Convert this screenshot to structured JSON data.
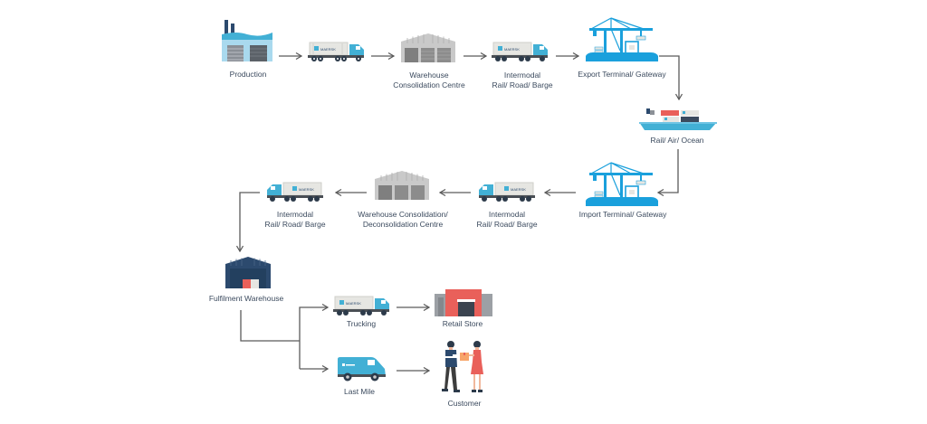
{
  "colors": {
    "brand_blue": "#42b0d5",
    "dark_navy": "#2c4a6e",
    "warehouse_grey": "#c8c8c8",
    "accent_red": "#e9605a",
    "arrow": "#5a5a5a",
    "label_text": "#3b4a5e"
  },
  "flow": {
    "nodes": [
      {
        "id": "production",
        "label": "Production",
        "icon": "factory-icon"
      },
      {
        "id": "truck-1",
        "label": "",
        "icon": "truck-icon"
      },
      {
        "id": "warehouse-consolidation",
        "label_lines": [
          "Warehouse",
          "Consolidation Centre"
        ],
        "icon": "warehouse-icon"
      },
      {
        "id": "intermodal-1",
        "label_lines": [
          "Intermodal",
          "Rail/ Road/ Barge"
        ],
        "icon": "truck-icon"
      },
      {
        "id": "export-terminal",
        "label": "Export Terminal/ Gateway",
        "icon": "port-crane-icon"
      },
      {
        "id": "rail-air-ocean",
        "label": "Rail/ Air/ Ocean",
        "icon": "container-ship-icon"
      },
      {
        "id": "import-terminal",
        "label": "Import Terminal/ Gateway",
        "icon": "port-crane-icon"
      },
      {
        "id": "intermodal-2",
        "label_lines": [
          "Intermodal",
          "Rail/ Road/ Barge"
        ],
        "icon": "truck-icon"
      },
      {
        "id": "warehouse-deconsolidation",
        "label_lines": [
          "Warehouse Consolidation/",
          "Deconsolidation Centre"
        ],
        "icon": "warehouse-icon"
      },
      {
        "id": "intermodal-3",
        "label_lines": [
          "Intermodal",
          "Rail/ Road/ Barge"
        ],
        "icon": "truck-icon"
      },
      {
        "id": "fulfilment-warehouse",
        "label": "Fulfilment Warehouse",
        "icon": "fulfilment-warehouse-icon"
      },
      {
        "id": "trucking",
        "label": "Trucking",
        "icon": "truck-icon"
      },
      {
        "id": "retail-store",
        "label": "Retail Store",
        "icon": "retail-store-icon"
      },
      {
        "id": "last-mile",
        "label": "Last Mile",
        "icon": "delivery-van-icon"
      },
      {
        "id": "customer",
        "label": "Customer",
        "icon": "customer-handoff-icon"
      }
    ],
    "edges": [
      [
        "production",
        "truck-1"
      ],
      [
        "truck-1",
        "warehouse-consolidation"
      ],
      [
        "warehouse-consolidation",
        "intermodal-1"
      ],
      [
        "intermodal-1",
        "export-terminal"
      ],
      [
        "export-terminal",
        "rail-air-ocean"
      ],
      [
        "rail-air-ocean",
        "import-terminal"
      ],
      [
        "import-terminal",
        "intermodal-2"
      ],
      [
        "intermodal-2",
        "warehouse-deconsolidation"
      ],
      [
        "warehouse-deconsolidation",
        "intermodal-3"
      ],
      [
        "intermodal-3",
        "fulfilment-warehouse"
      ],
      [
        "fulfilment-warehouse",
        "trucking"
      ],
      [
        "fulfilment-warehouse",
        "last-mile"
      ],
      [
        "trucking",
        "retail-store"
      ],
      [
        "last-mile",
        "customer"
      ]
    ]
  },
  "labels": {
    "production": "Production",
    "wh1_l1": "Warehouse",
    "wh1_l2": "Consolidation Centre",
    "im1_l1": "Intermodal",
    "im1_l2": "Rail/ Road/ Barge",
    "export": "Export Terminal/ Gateway",
    "ocean": "Rail/ Air/ Ocean",
    "import": "Import Terminal/ Gateway",
    "im2_l1": "Intermodal",
    "im2_l2": "Rail/ Road/ Barge",
    "wh2_l1": "Warehouse Consolidation/",
    "wh2_l2": "Deconsolidation Centre",
    "im3_l1": "Intermodal",
    "im3_l2": "Rail/ Road/ Barge",
    "fulfilment": "Fulfilment Warehouse",
    "trucking": "Trucking",
    "retail": "Retail Store",
    "lastmile": "Last Mile",
    "customer": "Customer",
    "brand_text": "MAERSK"
  }
}
